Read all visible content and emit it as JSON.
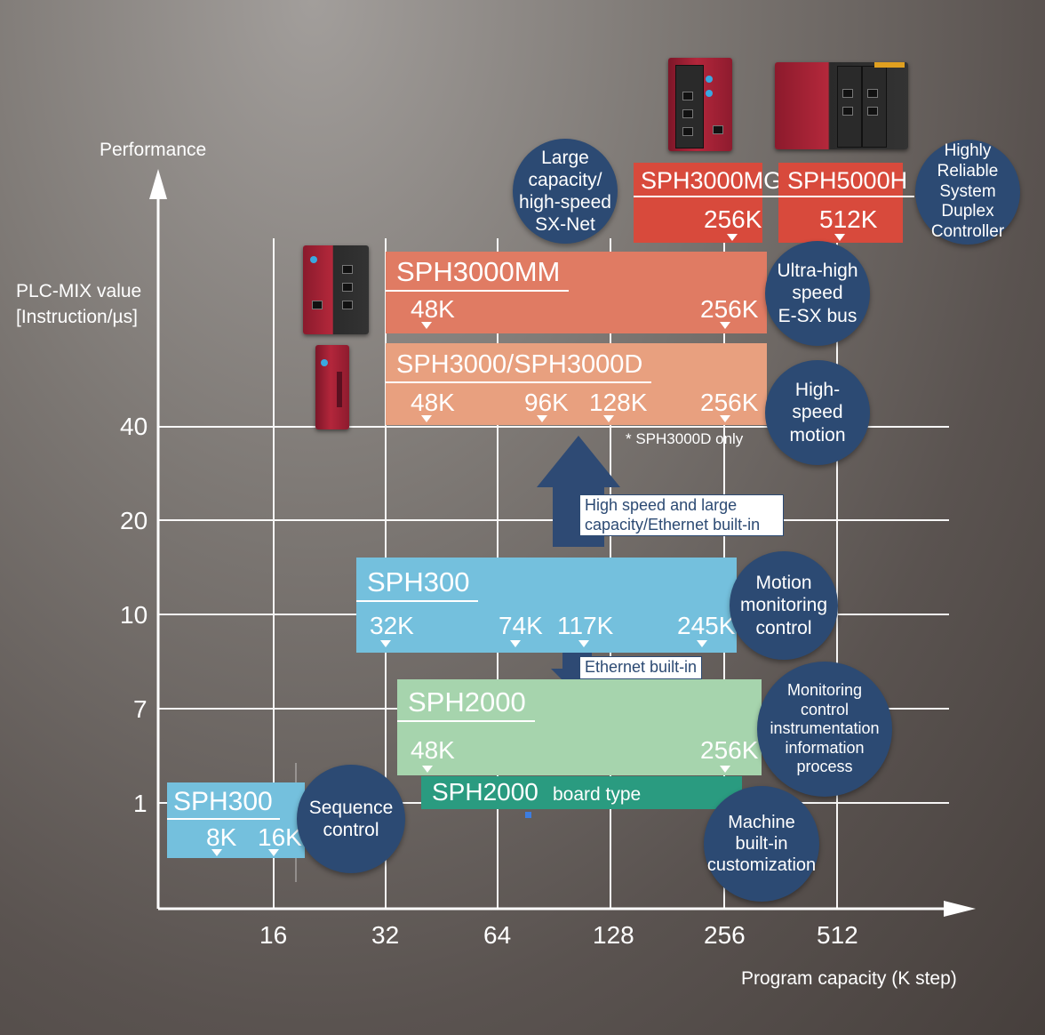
{
  "axes": {
    "y_title": "Performance",
    "y_subtitle_1": "PLC-MIX value",
    "y_subtitle_2": "[Instruction/µs]",
    "x_title": "Program capacity (K step)",
    "x_ticks": [
      "16",
      "32",
      "64",
      "128",
      "256",
      "512"
    ],
    "y_ticks": [
      "40",
      "20",
      "10",
      "7",
      "1"
    ]
  },
  "products": {
    "sph3000mg": {
      "name": "SPH3000MG",
      "cap": "256K",
      "color": "#d84a3c"
    },
    "sph5000h": {
      "name": "SPH5000H",
      "cap": "512K",
      "color": "#d84a3c"
    },
    "sph3000mm": {
      "name": "SPH3000MM",
      "caps": [
        "48K",
        "256K"
      ],
      "color": "#e07b63"
    },
    "sph3000": {
      "name": "SPH3000/SPH3000D",
      "caps": [
        "48K",
        "96K",
        "128K",
        "256K"
      ],
      "color": "#e8a07f",
      "note": "* SPH3000D only"
    },
    "sph300_mid": {
      "name": "SPH300",
      "caps": [
        "32K",
        "74K",
        "117K",
        "245K"
      ],
      "color": "#74c0dd"
    },
    "sph2000": {
      "name": "SPH2000",
      "caps": [
        "48K",
        "256K"
      ],
      "color": "#a6d4ad"
    },
    "sph2000_board": {
      "name": "SPH2000",
      "suffix": "board type",
      "color": "#2a9b80"
    },
    "sph300_low": {
      "name": "SPH300",
      "caps": [
        "8K",
        "16K"
      ],
      "color": "#74c0dd"
    }
  },
  "callouts": {
    "high_speed": "High speed and large\ncapacity/Ethernet built-in",
    "ethernet": "Ethernet built-in"
  },
  "circles": {
    "sxnet": "Large\ncapacity/\nhigh-speed\nSX-Net",
    "duplex": "Highly\nReliable\nSystem Duplex\nController",
    "esx": "Ultra-high\nspeed\nE-SX bus",
    "motion": "High-\nspeed\nmotion",
    "monitoring_motion": "Motion\nmonitoring\ncontrol",
    "monitoring_info": "Monitoring\ncontrol\ninstrumentation\ninformation\nprocess",
    "sequence": "Sequence\ncontrol",
    "machine": "Machine\nbuilt-in\ncustomization"
  },
  "colors": {
    "circle": "#2c4a73",
    "arrow": "#2e4a74",
    "grid": "#ffffff"
  }
}
